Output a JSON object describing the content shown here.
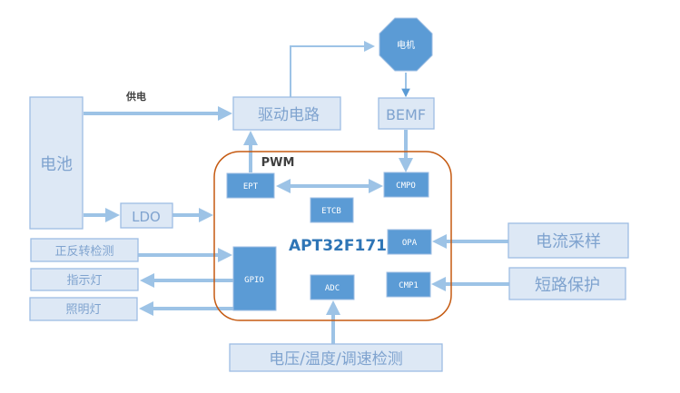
{
  "diagram": {
    "colors": {
      "light_box_fill": "#dde8f5",
      "light_box_border": "#9dbde3",
      "dark_box_fill": "#5b9bd5",
      "connector": "#9dc3e6",
      "mcu_border": "#c55a11",
      "mcu_title": "#2e75b6",
      "label_dark": "#404040"
    },
    "external_blocks": {
      "battery": "电池",
      "drive_circuit": "驱动电路",
      "motor": "电机",
      "bemf": "BEMF",
      "ldo": "LDO",
      "direction_detect": "正反转检测",
      "indicator_light": "指示灯",
      "lighting": "照明灯",
      "voltage_temp_speed": "电压/温度/调速检测",
      "current_sampling": "电流采样",
      "short_protection": "短路保护"
    },
    "edge_labels": {
      "power_supply": "供电",
      "pwm": "PWM"
    },
    "mcu": {
      "name": "APT32F171",
      "modules": {
        "ept": "EPT",
        "cmpo": "CMPO",
        "etcb": "ETCB",
        "opa": "OPA",
        "gpio": "GPIO",
        "adc": "ADC",
        "cmp1": "CMP1"
      }
    },
    "connections": [
      {
        "from": "电池",
        "to": "驱动电路",
        "label": "供电"
      },
      {
        "from": "驱动电路",
        "to": "电机"
      },
      {
        "from": "电机",
        "to": "BEMF"
      },
      {
        "from": "BEMF",
        "to": "CMPO"
      },
      {
        "from": "EPT",
        "to": "驱动电路",
        "label": "PWM"
      },
      {
        "from": "EPT",
        "to": "CMPO",
        "bidirectional": true
      },
      {
        "from": "电池",
        "to": "LDO"
      },
      {
        "from": "LDO",
        "to": "APT32F171"
      },
      {
        "from": "正反转检测",
        "to": "GPIO"
      },
      {
        "from": "GPIO",
        "to": "指示灯"
      },
      {
        "from": "GPIO",
        "to": "照明灯"
      },
      {
        "from": "电压/温度/调速检测",
        "to": "ADC"
      },
      {
        "from": "电流采样",
        "to": "OPA"
      },
      {
        "from": "短路保护",
        "to": "CMP1"
      }
    ]
  }
}
